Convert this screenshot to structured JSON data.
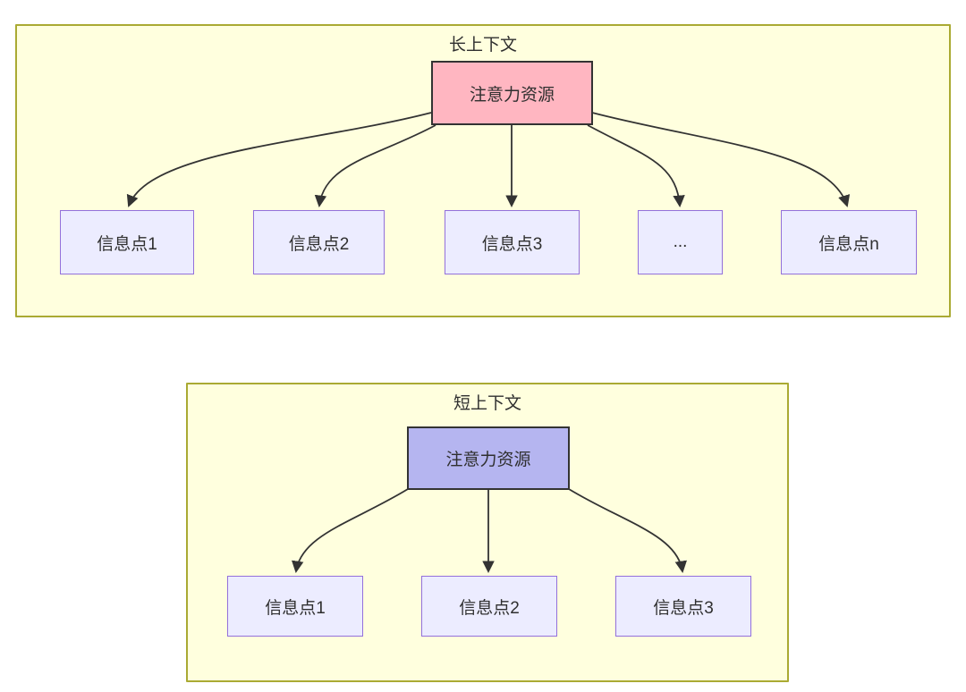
{
  "diagram": {
    "sections": [
      {
        "title": "长上下文",
        "source": {
          "label": "注意力资源",
          "fill": "#ffb6c1"
        },
        "nodes": [
          {
            "label": "信息点1"
          },
          {
            "label": "信息点2"
          },
          {
            "label": "信息点3"
          },
          {
            "label": "..."
          },
          {
            "label": "信息点n"
          }
        ]
      },
      {
        "title": "短上下文",
        "source": {
          "label": "注意力资源",
          "fill": "#b5b5f0"
        },
        "nodes": [
          {
            "label": "信息点1"
          },
          {
            "label": "信息点2"
          },
          {
            "label": "信息点3"
          }
        ]
      }
    ],
    "colors": {
      "container_fill": "#ffffde",
      "container_stroke": "#aaaa33",
      "info_node_fill": "#ececff",
      "info_node_stroke": "#9370db",
      "source_node_stroke": "#333333",
      "arrow": "#333333",
      "text": "#2f2f2f",
      "page_background": "#ffffff"
    }
  }
}
